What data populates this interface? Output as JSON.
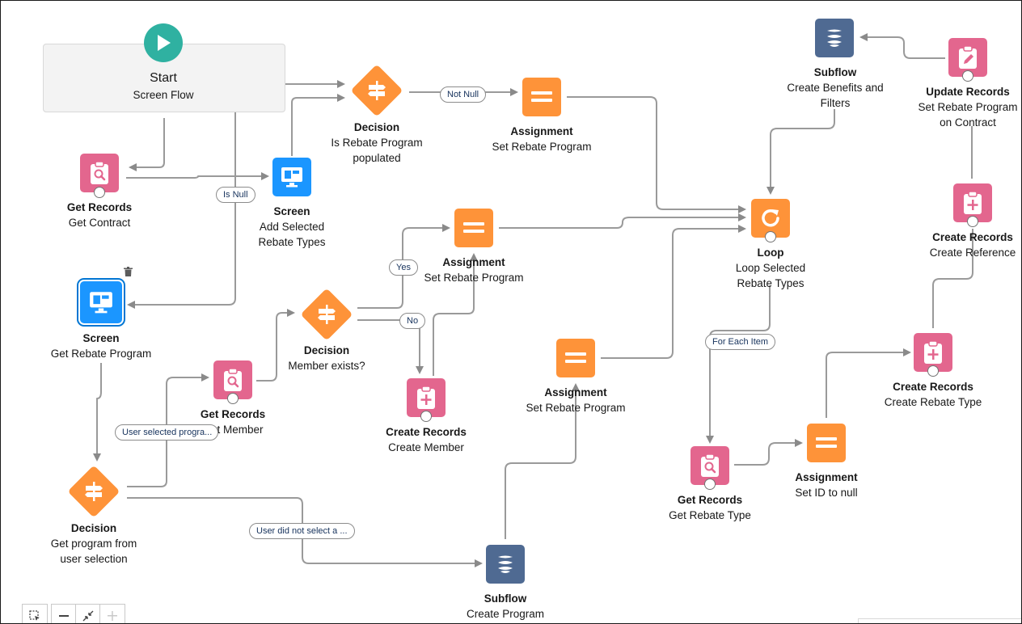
{
  "start": {
    "title": "Start",
    "subtitle": "Screen Flow"
  },
  "nodes": {
    "get_contract": {
      "type": "Get Records",
      "label": "Get Contract"
    },
    "add_selected_screen": {
      "type": "Screen",
      "label": "Add Selected",
      "label2": "Rebate Types"
    },
    "rebate_decision": {
      "type": "Decision",
      "label": "Is Rebate Program",
      "label2": "populated"
    },
    "assignment_top": {
      "type": "Assignment",
      "label": "Set Rebate Program"
    },
    "get_rebate_screen": {
      "type": "Screen",
      "label": "Get Rebate Program"
    },
    "member_decision": {
      "type": "Decision",
      "label": "Member exists?"
    },
    "assignment_mid": {
      "type": "Assignment",
      "label": "Set Rebate Program"
    },
    "get_member": {
      "type": "Get Records",
      "label": "Get Member"
    },
    "create_member": {
      "type": "Create Records",
      "label": "Create Member"
    },
    "program_decision": {
      "type": "Decision",
      "label": "Get program from",
      "label2": "user selection"
    },
    "assignment_low": {
      "type": "Assignment",
      "label": "Set Rebate Program"
    },
    "subflow_program": {
      "type": "Subflow",
      "label": "Create Program"
    },
    "subflow_benefits": {
      "type": "Subflow",
      "label": "Create Benefits and",
      "label2": "Filters"
    },
    "update_records": {
      "type": "Update Records",
      "label": "Set Rebate Program",
      "label2": "on Contract"
    },
    "loop": {
      "type": "Loop",
      "label": "Loop Selected",
      "label2": "Rebate Types"
    },
    "create_reference": {
      "type": "Create Records",
      "label": "Create Reference"
    },
    "create_rebate_type": {
      "type": "Create Records",
      "label": "Create Rebate Type"
    },
    "get_rebate_type": {
      "type": "Get Records",
      "label": "Get Rebate Type"
    },
    "assignment_id": {
      "type": "Assignment",
      "label": "Set ID to null"
    }
  },
  "connector_labels": {
    "not_null": "Not Null",
    "is_null": "Is Null",
    "yes": "Yes",
    "no": "No",
    "user_selected": "User selected progra...",
    "user_did_not": "User did not select a ...",
    "for_each": "For Each Item"
  },
  "icons": {
    "start": "play-icon",
    "get_records": "record-lookup-icon",
    "create_records": "record-create-icon",
    "update_records": "record-update-icon",
    "screen": "screen-icon",
    "assignment": "assignment-icon",
    "decision": "decision-icon",
    "loop": "loop-icon",
    "subflow": "subflow-icon",
    "delete": "trash-icon"
  },
  "colors": {
    "start": "#2fb1a1",
    "records": "#e3668e",
    "logic": "#fe9339",
    "screen": "#1b96ff",
    "subflow": "#4f6a92",
    "connector": "#909090",
    "selection": "#0176d3"
  }
}
